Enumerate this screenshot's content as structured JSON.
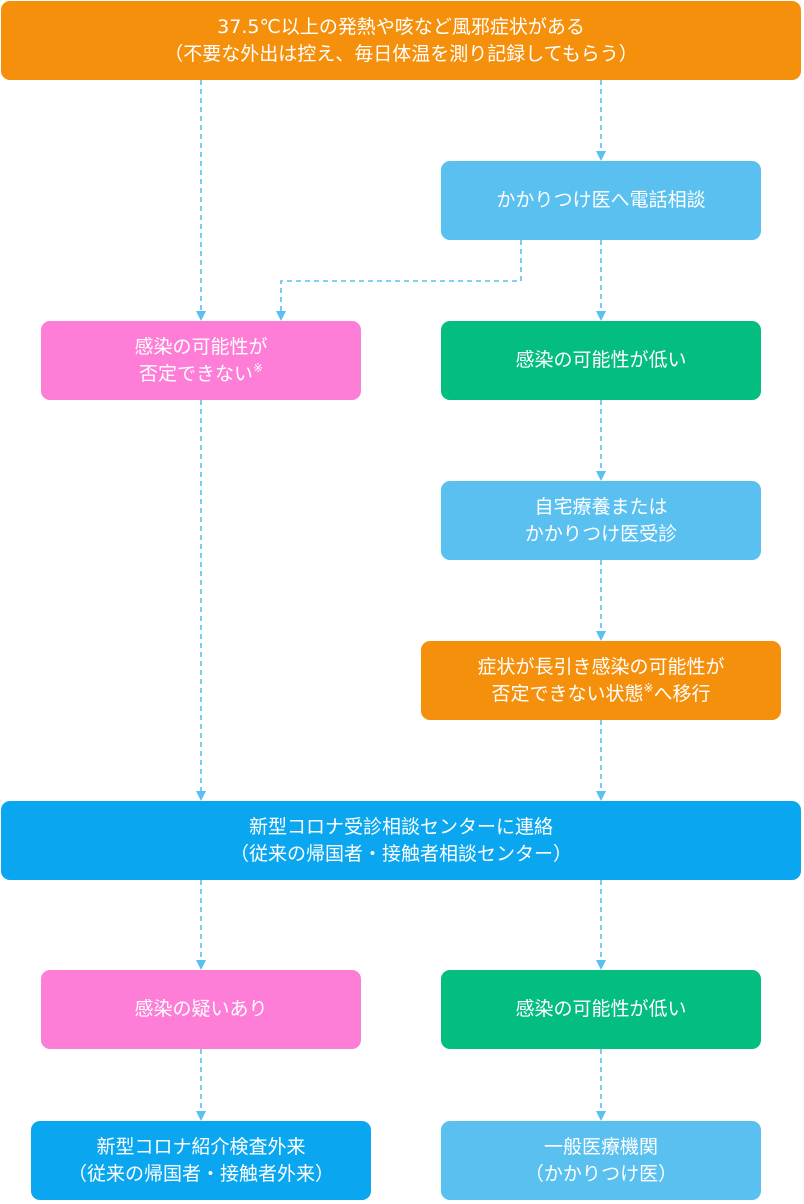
{
  "colors": {
    "orange": "#f5900c",
    "light_blue": "#59c0f0",
    "pink": "#fd7dd7",
    "green": "#04bd80",
    "blue": "#0aa7f0",
    "arrow": "#59c0f0",
    "text": "#ffffff"
  },
  "nodes": {
    "start": {
      "line1": "37.5℃以上の発熱や咳など風邪症状がある",
      "line2": "（不要な外出は控え、毎日体温を測り記録してもらう）"
    },
    "consult_doctor": {
      "line1": "かかりつけ医へ電話相談"
    },
    "cannot_rule_out": {
      "line1": "感染の可能性が",
      "line2": "否定できない",
      "mark": "※"
    },
    "low_possibility_1": {
      "line1": "感染の可能性が低い"
    },
    "home_care": {
      "line1": "自宅療養または",
      "line2": "かかりつけ医受診"
    },
    "prolonged": {
      "line1": "症状が長引き感染の可能性が",
      "line2_a": "否定できない状態",
      "mark": "※",
      "line2_b": "へ移行"
    },
    "corona_center": {
      "line1": "新型コロナ受診相談センターに連絡",
      "line2": "（従来の帰国者・接触者相談センター）"
    },
    "suspected": {
      "line1": "感染の疑いあり"
    },
    "low_possibility_2": {
      "line1": "感染の可能性が低い"
    },
    "test_outpatient": {
      "line1": "新型コロナ紹介検査外来",
      "line2": "（従来の帰国者・接触者外来）"
    },
    "general_clinic": {
      "line1": "一般医療機関",
      "line2": "（かかりつけ医）"
    }
  }
}
